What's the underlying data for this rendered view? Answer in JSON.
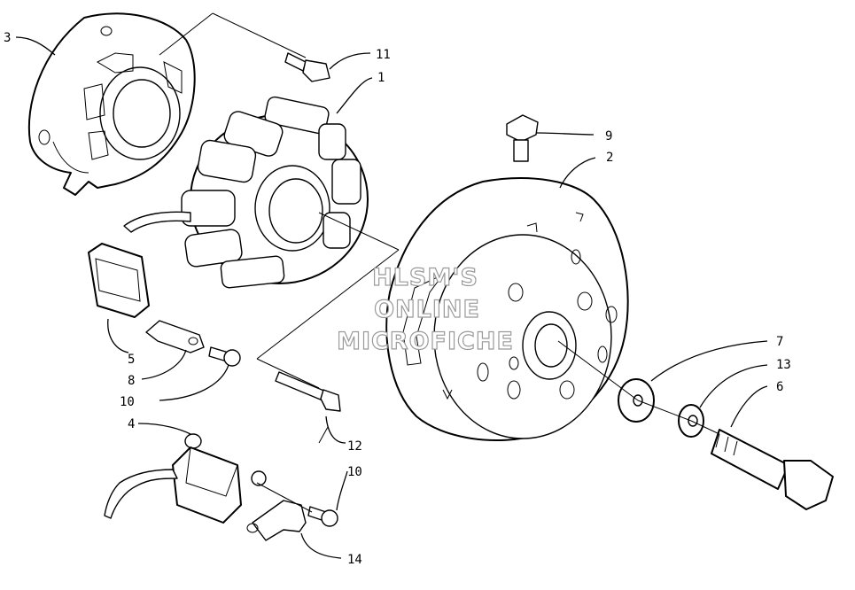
{
  "watermark": {
    "line1": "HLSM'S",
    "line2": "ONLINE",
    "line3": "MICROFICHE"
  },
  "callouts": [
    {
      "id": "c3",
      "text": "3"
    },
    {
      "id": "c11",
      "text": "11"
    },
    {
      "id": "c1",
      "text": "1"
    },
    {
      "id": "c9",
      "text": "9"
    },
    {
      "id": "c2",
      "text": "2"
    },
    {
      "id": "c5",
      "text": "5"
    },
    {
      "id": "c8",
      "text": "8"
    },
    {
      "id": "c10a",
      "text": "10"
    },
    {
      "id": "c7",
      "text": "7"
    },
    {
      "id": "c13",
      "text": "13"
    },
    {
      "id": "c6",
      "text": "6"
    },
    {
      "id": "c4",
      "text": "4"
    },
    {
      "id": "c12",
      "text": "12"
    },
    {
      "id": "c10b",
      "text": "10"
    },
    {
      "id": "c14",
      "text": "14"
    }
  ]
}
